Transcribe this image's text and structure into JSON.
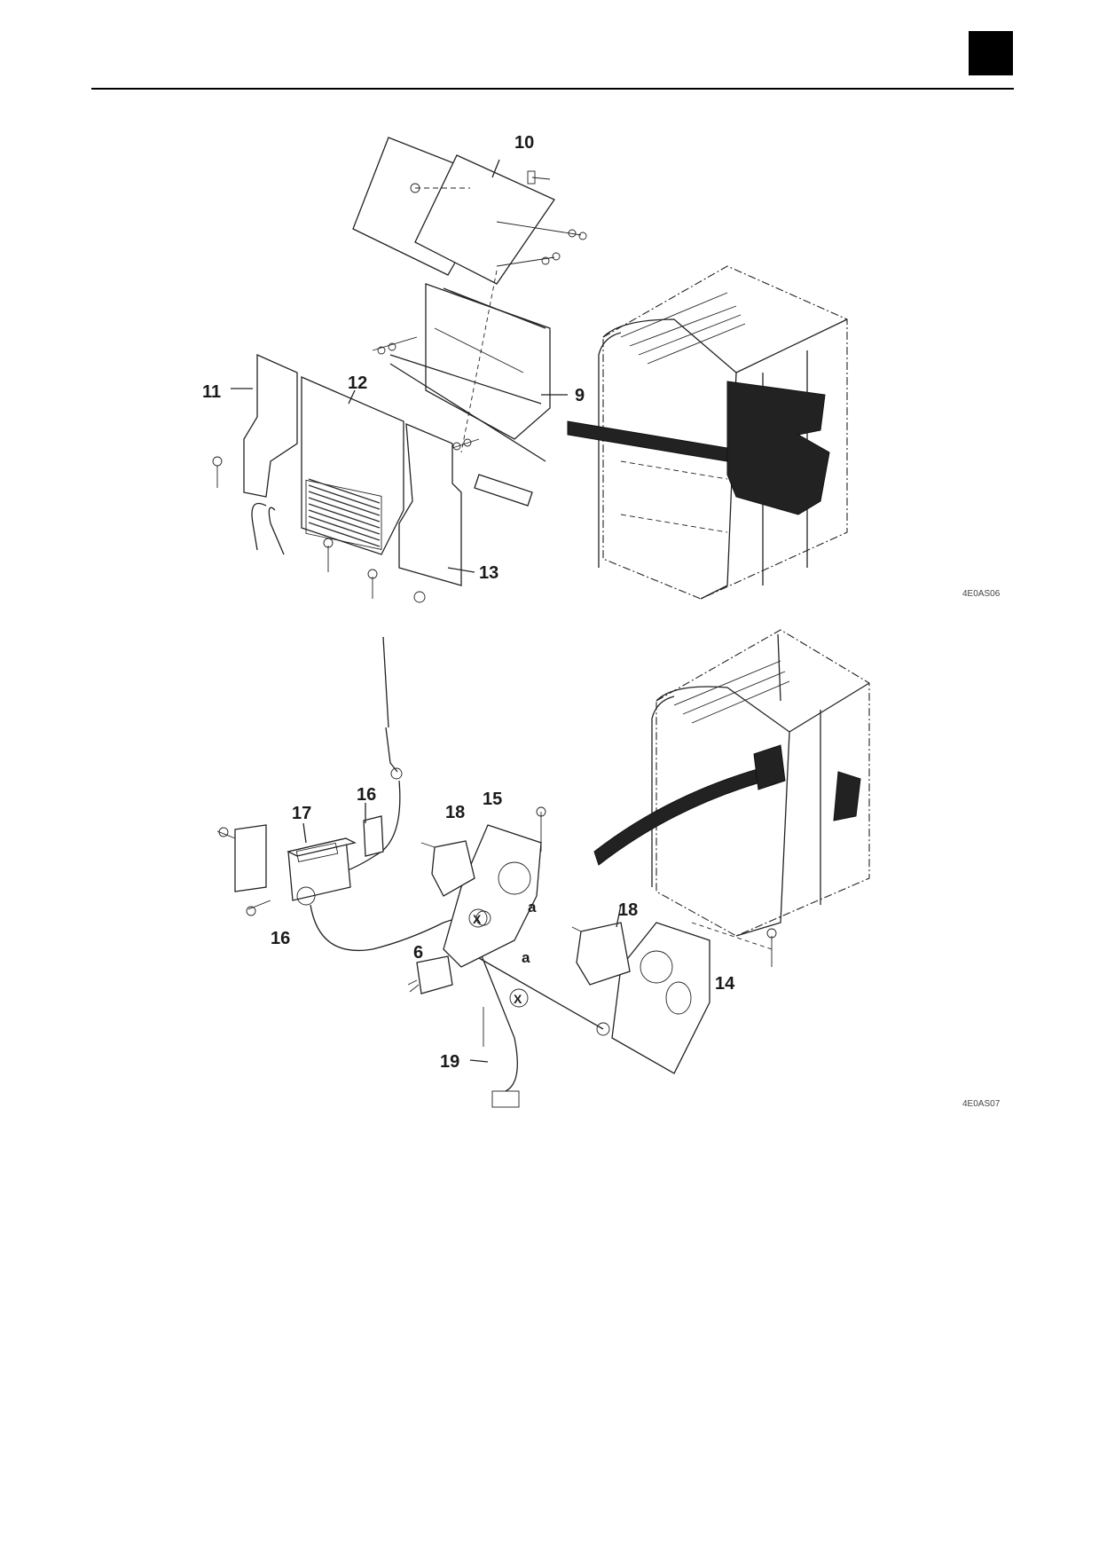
{
  "diagram1": {
    "code": "4E0AS06",
    "labels": {
      "l9": "9",
      "l10": "10",
      "l11": "11",
      "l12": "12",
      "l13": "13"
    }
  },
  "diagram2": {
    "code": "4E0AS07",
    "labels": {
      "l6": "6",
      "l14": "14",
      "l15": "15",
      "l16a": "16",
      "l16b": "16",
      "l17": "17",
      "l18a": "18",
      "l18b": "18",
      "l19": "19",
      "la1": "a",
      "la2": "a",
      "x1": "X",
      "x2": "X"
    }
  }
}
